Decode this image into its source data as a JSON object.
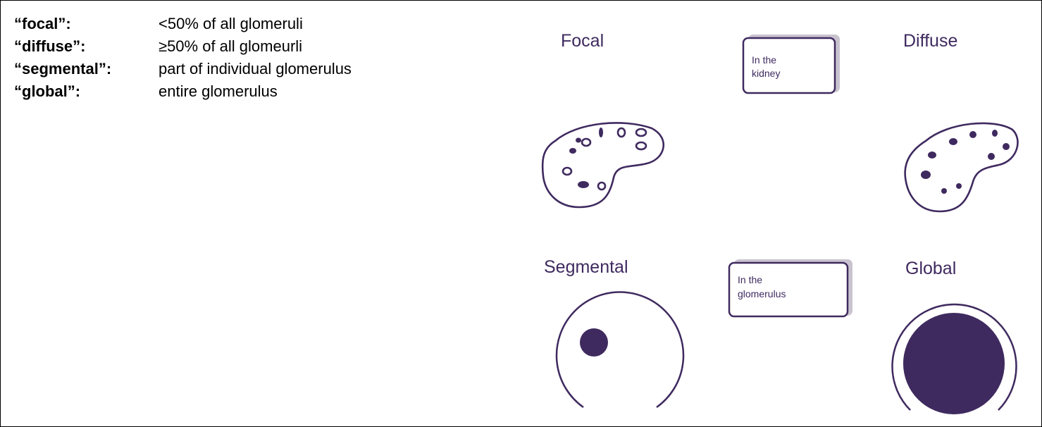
{
  "definitions": [
    {
      "term": "“focal”:",
      "meaning": "<50% of all glomeruli"
    },
    {
      "term": "“diffuse”:",
      "meaning": "≥50% of all glomeurli"
    },
    {
      "term": "“segmental”:",
      "meaning": "part of individual glomerulus"
    },
    {
      "term": "“global”:",
      "meaning": "entire glomerulus"
    }
  ],
  "diagram": {
    "focal": "Focal",
    "diffuse": "Diffuse",
    "segmental": "Segmental",
    "global": "Global",
    "kidney_box": {
      "line1": "In the",
      "line2": "kidney"
    },
    "glomerulus_box": {
      "line1": "In the",
      "line2": "glomerulus"
    }
  },
  "colors": {
    "ink": "#3f2a5f",
    "text": "#000000"
  }
}
